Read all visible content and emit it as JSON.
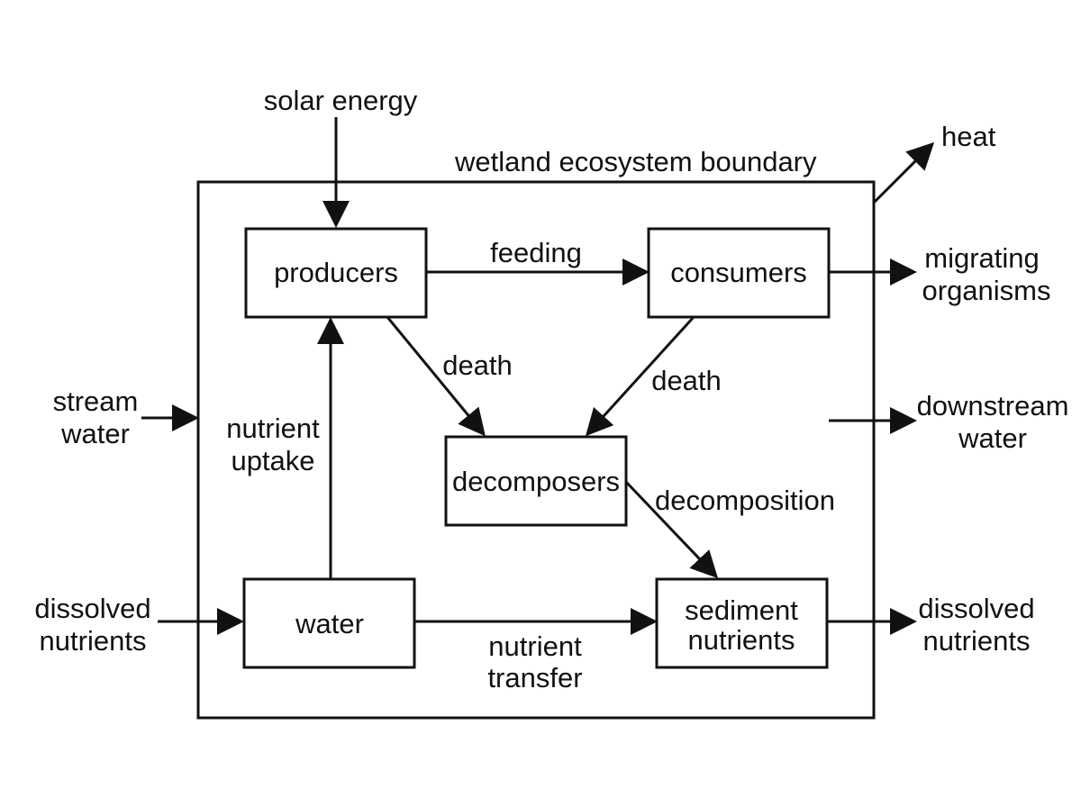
{
  "boundary_label": "wetland ecosystem boundary",
  "nodes": {
    "producers": "producers",
    "consumers": "consumers",
    "decomposers": "decomposers",
    "water": "water",
    "sediment": [
      "sediment",
      "nutrients"
    ]
  },
  "external": {
    "solar_energy": "solar energy",
    "heat": "heat",
    "migrating": [
      "migrating",
      "organisms"
    ],
    "stream_water": [
      "stream",
      "water"
    ],
    "downstream_water": [
      "downstream",
      "water"
    ],
    "dissolved_in": [
      "dissolved",
      "nutrients"
    ],
    "dissolved_out": [
      "dissolved",
      "nutrients"
    ]
  },
  "edge_labels": {
    "feeding": "feeding",
    "death_producers": "death",
    "death_consumers": "death",
    "nutrient_uptake": [
      "nutrient",
      "uptake"
    ],
    "decomposition": "decomposition",
    "nutrient_transfer": [
      "nutrient",
      "transfer"
    ]
  }
}
